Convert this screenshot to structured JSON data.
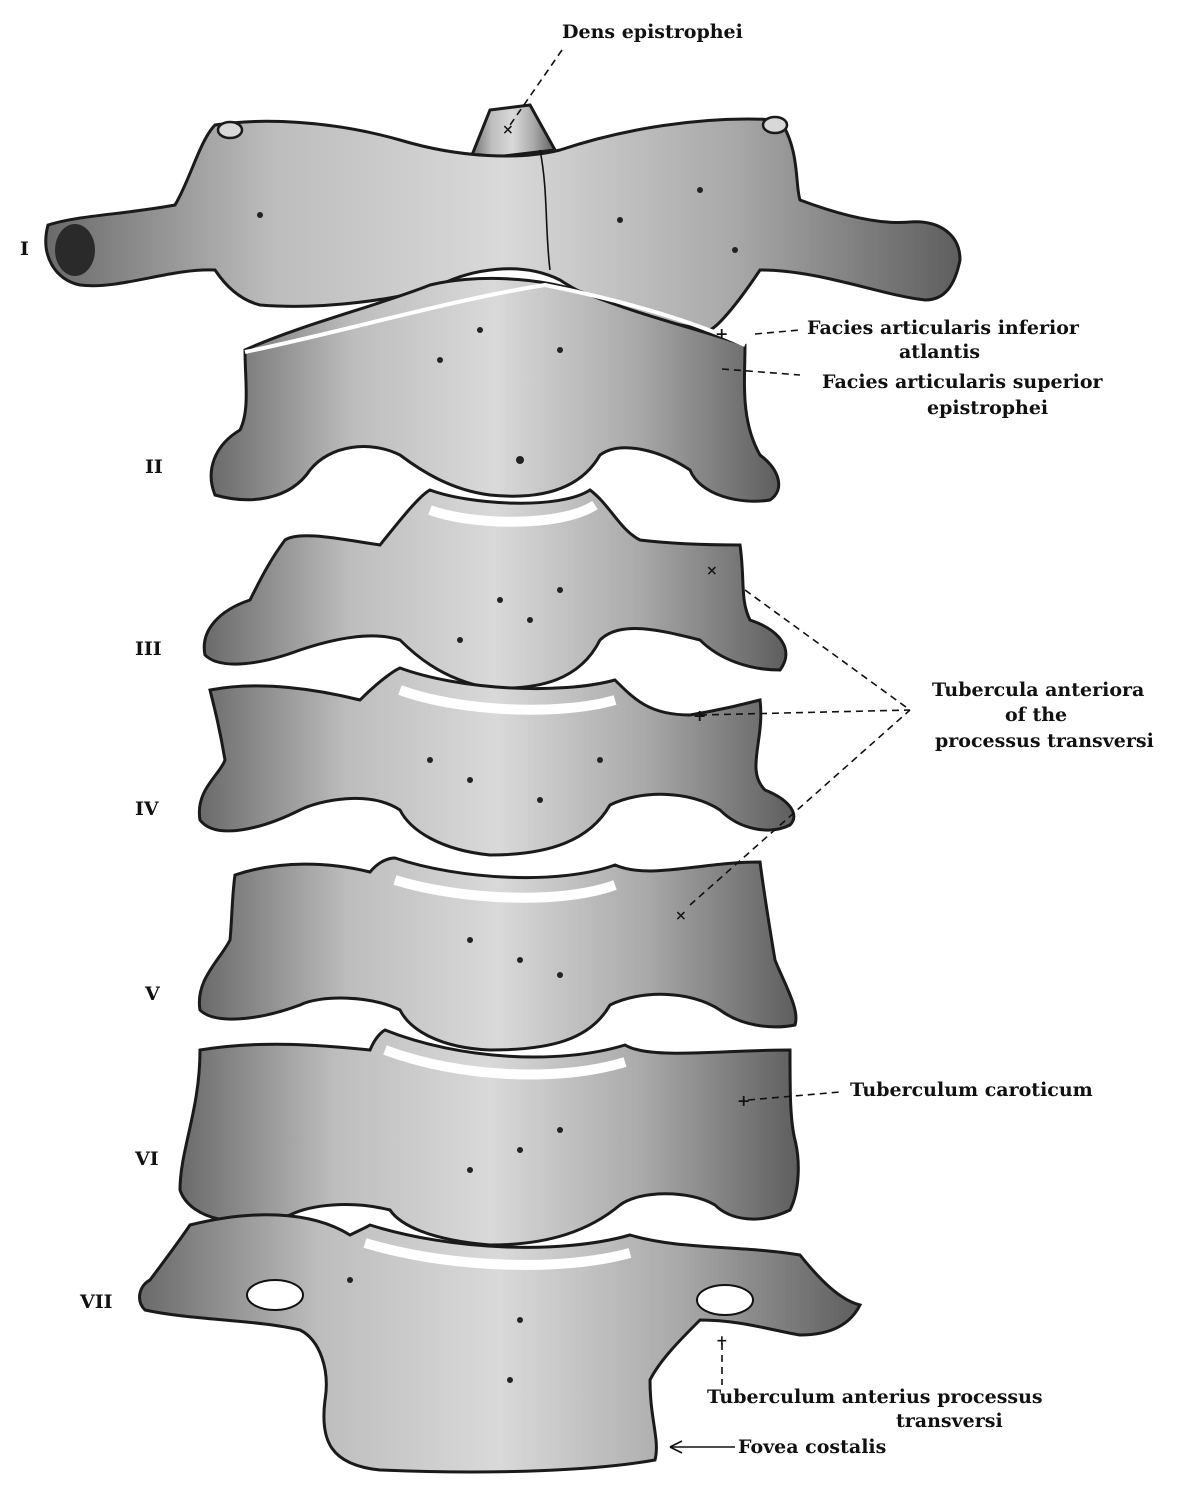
{
  "colors": {
    "ink": "#111111",
    "bone_light": "#d8d8d8",
    "bone_mid": "#9a9a9a",
    "bone_dark": "#555555",
    "paper": "#ffffff"
  },
  "labels": {
    "dens": "Dens epistrophei",
    "facies_inferior_1": "Facies articularis inferior",
    "facies_inferior_2": "atlantis",
    "facies_superior_1": "Facies articularis superior",
    "facies_superior_2": "epistrophei",
    "tubercula_1": "Tubercula anteriora",
    "tubercula_2": "of the",
    "tubercula_3": "processus transversi",
    "caroticum": "Tuberculum caroticum",
    "tuberculum_anterius_1": "Tuberculum anterius processus",
    "tuberculum_anterius_2": "transversi",
    "fovea": "Fovea costalis"
  },
  "vertebrae": [
    "I",
    "II",
    "III",
    "IV",
    "V",
    "VI",
    "VII"
  ]
}
